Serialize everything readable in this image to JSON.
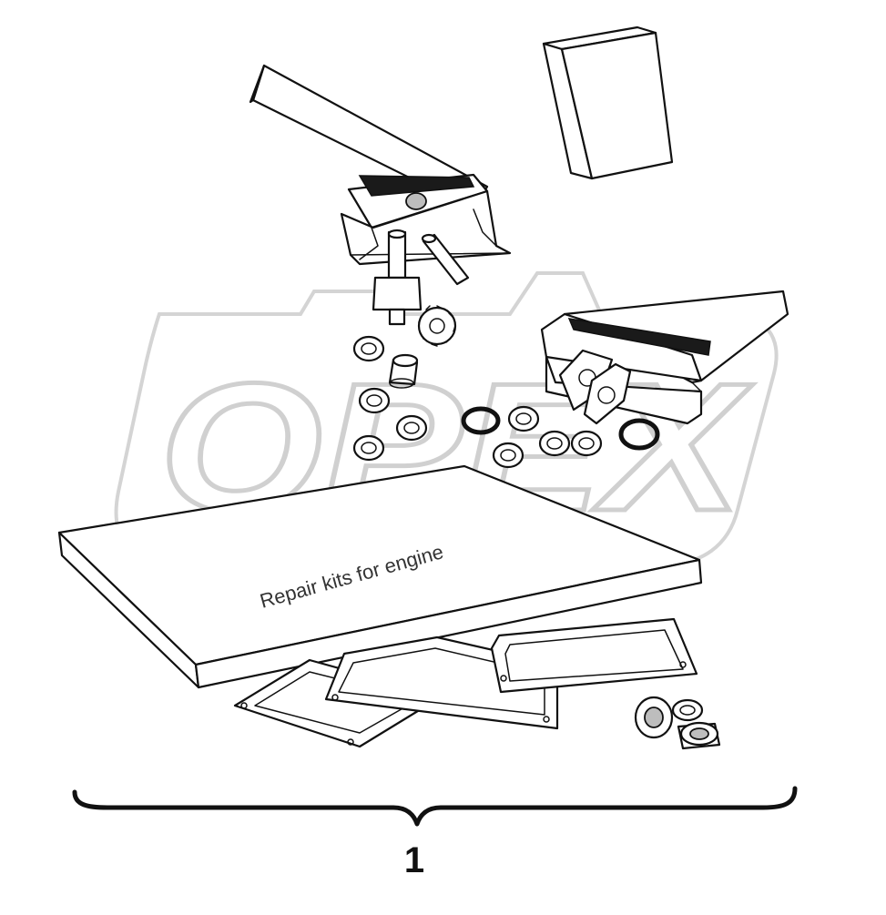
{
  "diagram": {
    "box_label": "Repair kits for engine",
    "callout_number": "1",
    "watermark_text": "OPEX",
    "colors": {
      "line": "#111111",
      "background": "#ffffff",
      "watermark": "#d4d4d4"
    }
  }
}
